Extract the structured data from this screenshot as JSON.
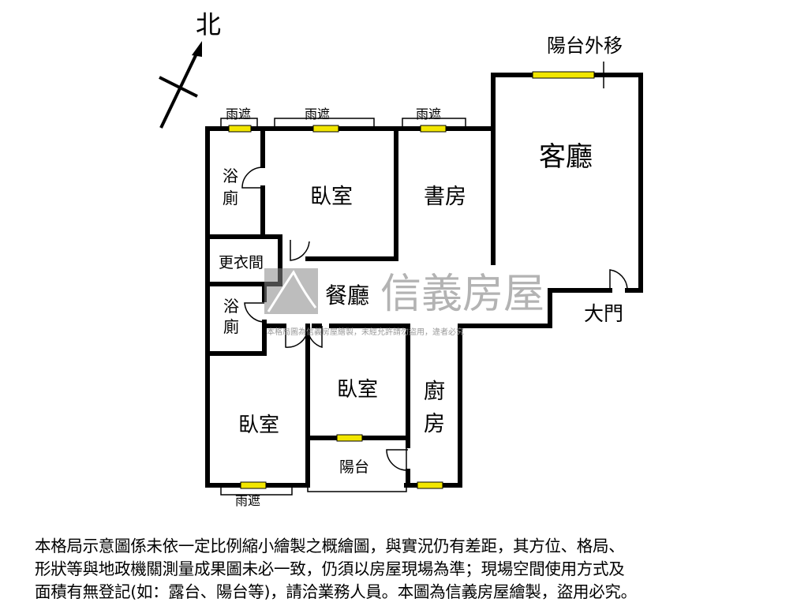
{
  "north": "北",
  "rooms": {
    "living": "客廳",
    "study": "書房",
    "bedroom_main": "臥室",
    "bath1_a": "浴",
    "bath1_b": "廁",
    "closet": "更衣間",
    "dining": "餐廳",
    "bath2_a": "浴",
    "bath2_b": "廁",
    "bedroom_mid": "臥室",
    "bedroom_left": "臥室",
    "kitchen_a": "廚",
    "kitchen_b": "房",
    "balcony": "陽台",
    "entrance": "大門"
  },
  "annotations": {
    "balcony_moved": "陽台外移",
    "awning": "雨遮"
  },
  "watermark": {
    "brand": "信義房屋",
    "notice": "本格局圖為信義房屋繪製，未經允許請勿盜用，違者必究"
  },
  "disclaimer": [
    "本格局示意圖係未依一定比例縮小繪製之概繪圖，與實況仍有差距，其方位、格局、",
    "形狀等與地政機關測量成果圖未必一致，仍須以房屋現場為準；現場空間使用方式及",
    "面積有無登記(如：露台、陽台等)，請洽業務人員。本圖為信義房屋繪製，盜用必究。"
  ],
  "colors": {
    "wall": "#000000",
    "window": "#f2e600",
    "watermark": "#9a9a9a"
  }
}
